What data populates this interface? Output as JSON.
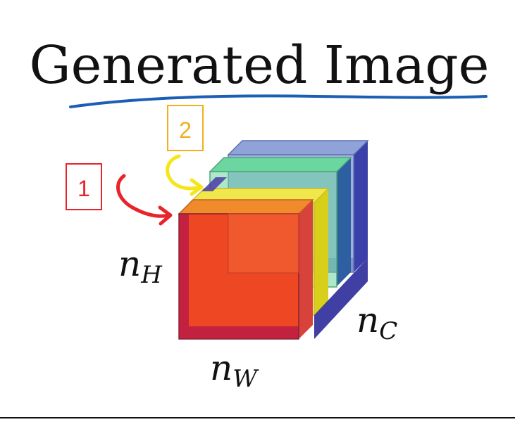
{
  "title": "Generated Image",
  "annotations": {
    "label_1": "1",
    "label_2": "2"
  },
  "dimension_labels": {
    "height": {
      "base": "n",
      "sub": "H"
    },
    "width": {
      "base": "n",
      "sub": "W"
    },
    "channels": {
      "base": "n",
      "sub": "C"
    }
  },
  "colors": {
    "title": "#111111",
    "underline": "#1a5fb4",
    "annotation_1": "#e8242a",
    "annotation_2": "#f2b01e",
    "arrow_1": "#e8242a",
    "arrow_2": "#f5e61a",
    "layer_red": "#f04a22",
    "layer_yellow": "#f0e84a",
    "layer_green": "#6cd6a0",
    "layer_blue": "#8fa3d8",
    "dark_blue": "#2a2a9a",
    "side_red": "#c22240",
    "bottom_line": "#111111"
  }
}
